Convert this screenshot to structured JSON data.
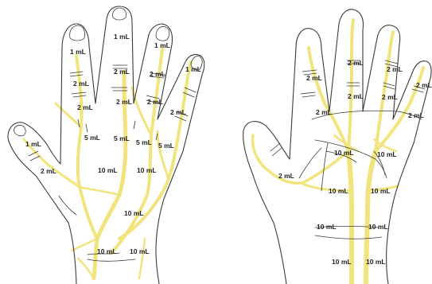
{
  "colors": {
    "vein": "#f2e47c",
    "outline": "#3a3a3a",
    "label": "#222222"
  },
  "dorsal": {
    "labels": [
      "1 mL",
      "1 mL",
      "1 mL",
      "1 mL",
      "1 mL",
      "2 mL",
      "2 mL",
      "2 mL",
      "2 mL",
      "2 mL",
      "2 mL",
      "2 mL",
      "2 mL",
      "5 mL",
      "5 mL",
      "5 mL",
      "5 mL",
      "10 mL",
      "10 mL",
      "10 mL",
      "10 mL",
      "10 mL"
    ]
  },
  "palmar": {
    "labels": [
      "2 mL",
      "2 mL",
      "2 mL",
      "2 mL",
      "2 mL",
      "2 mL",
      "2 mL",
      "2 mL",
      "2 mL",
      "10 mL",
      "10 mL",
      "10 mL",
      "10 mL",
      "10 mL",
      "10 mL",
      "10 mL",
      "10 mL"
    ]
  }
}
